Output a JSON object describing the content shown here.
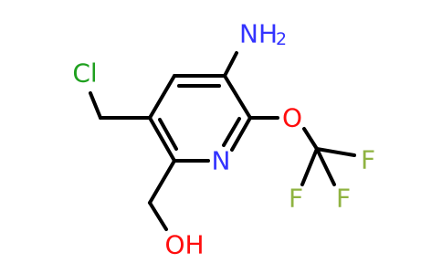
{
  "molecule": {
    "labels": {
      "amino_main": "NH",
      "amino_sub": "2",
      "ring_nitrogen": "N",
      "ether_oxygen": "O",
      "chlorine": "Cl",
      "fluorine_top": "F",
      "fluorine_left": "F",
      "fluorine_bottom": "F",
      "hydroxyl": "OH"
    },
    "colors": {
      "bond": "#000000",
      "nitrogen": "#3333ff",
      "oxygen": "#ff0d0d",
      "chlorine": "#1fa01f",
      "fluorine": "#8fb341"
    }
  }
}
